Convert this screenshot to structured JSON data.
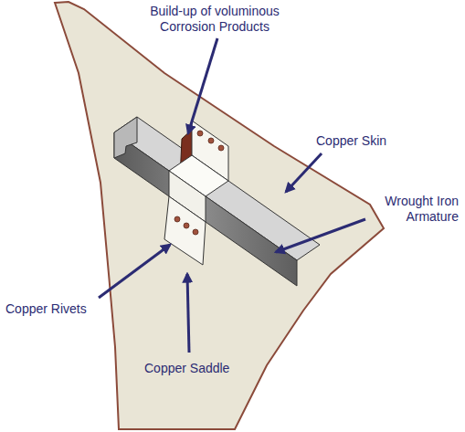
{
  "diagram": {
    "labels": [
      "Build-up of voluminous Corrosion Products",
      "Copper Skin",
      "Wrought Iron Armature",
      "Copper Rivets",
      "Copper Saddle"
    ]
  }
}
